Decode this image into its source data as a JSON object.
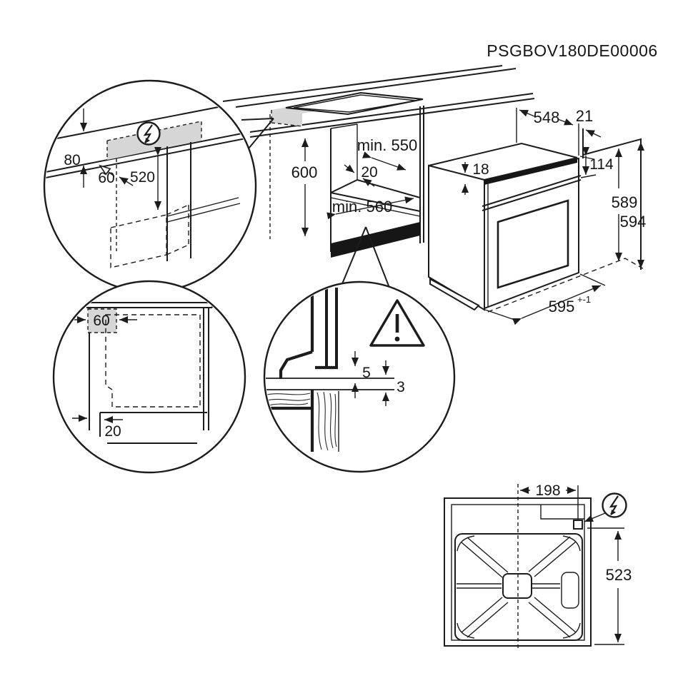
{
  "title": "PSGBOV180DE00006",
  "accent_colors": {
    "line": "#1c1c1c",
    "shade_grey": "#d6d6d6",
    "black_strip": "#161616"
  },
  "icons": {
    "connection_bolt": "lightning-bolt-icon",
    "rear_bolt": "lightning-bolt-icon",
    "warning": "warning-triangle-icon"
  },
  "cabinet_niche": {
    "height": "600",
    "depth_min": "min. 550",
    "floor_gap": "20",
    "width_min": "min. 560"
  },
  "oven": {
    "top_depth": "548",
    "wall_gap": "21",
    "top_inset": "18",
    "control_panel_height": "114",
    "body_height": "589",
    "total_height": "594",
    "width": "595",
    "width_tolerance": "+-1"
  },
  "connection_detail": {
    "recess_height": "80",
    "recess_depth": "60",
    "drop_height": "520"
  },
  "side_detail": {
    "recess_depth": "60",
    "front_setback": "20"
  },
  "plinth_detail": {
    "upper_gap": "5",
    "lower_gap": "3"
  },
  "rear_view": {
    "connection_offset": "198",
    "connection_height": "523"
  }
}
